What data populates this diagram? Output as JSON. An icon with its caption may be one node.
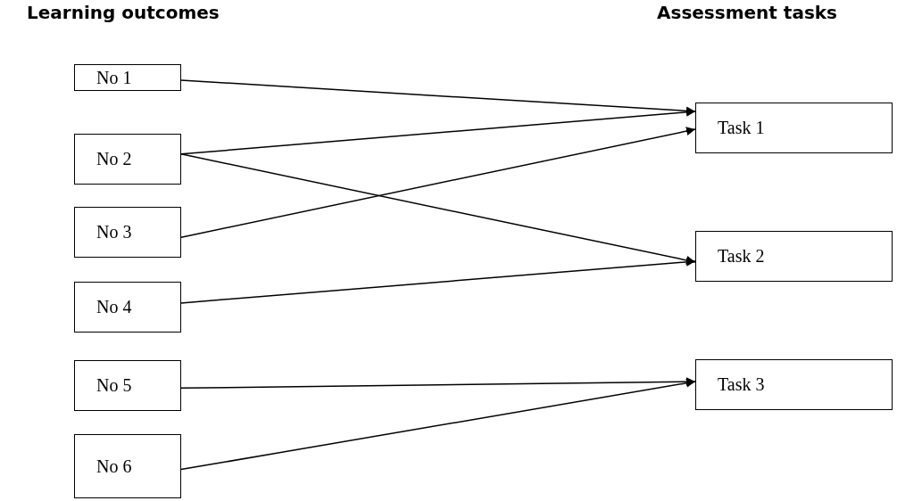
{
  "diagram": {
    "nodes": [
      {
        "text": [
          "No 1"
        ]
      },
      {
        "text": [
          "No 2"
        ]
      },
      {
        "text": [
          "No 3"
        ]
      },
      {
        "text": [
          "No 4"
        ]
      },
      {
        "text": [
          "No 5"
        ]
      },
      {
        "text": [
          "No 6"
        ]
      },
      {
        "text": [
          "Task 1"
        ]
      },
      {
        "text": [
          "Task 2"
        ]
      },
      {
        "text": [
          "Task 3"
        ]
      }
    ],
    "edges": [
      {
        "from": 0,
        "to": 6,
        "arrow": "to"
      },
      {
        "from": 1,
        "to": 6,
        "arrow": "to"
      },
      {
        "from": 1,
        "to": 7,
        "arrow": "to"
      },
      {
        "from": 2,
        "to": 6,
        "arrow": "to"
      },
      {
        "from": 3,
        "to": 7,
        "arrow": "to"
      },
      {
        "from": 4,
        "to": 8,
        "arrow": "to"
      },
      {
        "from": 5,
        "to": 8,
        "arrow": "to"
      }
    ],
    "labels": [
      "Learning outcomes",
      "Assessment tasks"
    ]
  }
}
